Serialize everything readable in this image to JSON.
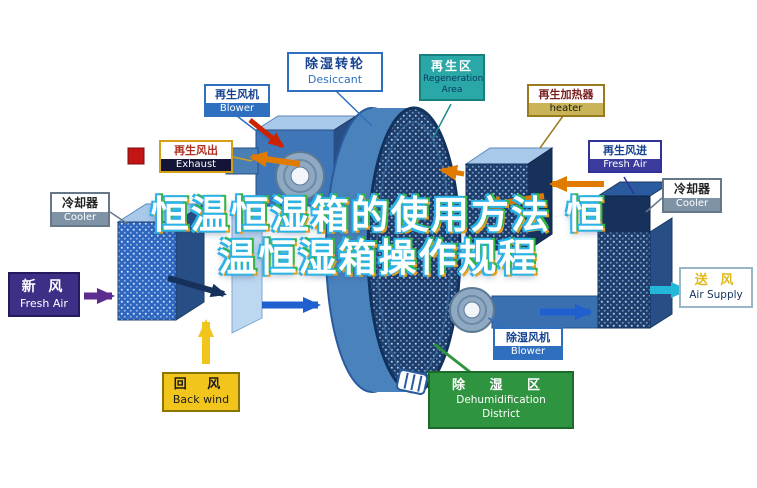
{
  "title": {
    "line1": "恒温恒湿箱的使用方法 恒",
    "line2": "温恒湿箱操作规程"
  },
  "labels": {
    "desiccant": {
      "zh": "除湿转轮",
      "en": "Desiccant"
    },
    "regen_area": {
      "zh": "再生区",
      "en": "Regeneration Area"
    },
    "regen_blower": {
      "zh": "再生风机",
      "en": "Blower"
    },
    "regen_heater": {
      "zh": "再生加热器",
      "en": "heater"
    },
    "exhaust": {
      "zh": "再生风出",
      "en": "Exhaust"
    },
    "regen_fresh_air": {
      "zh": "再生风进",
      "en": "Fresh Air"
    },
    "cooler_left": {
      "zh": "冷却器",
      "en": "Cooler"
    },
    "cooler_right": {
      "zh": "冷却器",
      "en": "Cooler"
    },
    "fresh_air": {
      "zh": "新 风",
      "en": "Fresh Air"
    },
    "air_supply": {
      "zh": "送 风",
      "en": "Air Supply"
    },
    "back_wind": {
      "zh": "回 风",
      "en": "Back wind"
    },
    "dehumid_blower": {
      "zh": "除湿风机",
      "en": "Blower"
    },
    "dehumid_area": {
      "zh": "除 湿 区",
      "en_line1": "Dehumidification",
      "en_line2": "District"
    }
  },
  "colors": {
    "wheel_blue": "#4a82bc",
    "regen_flow_orange": "#e07b00",
    "process_flow_blue": "#1f5fd0",
    "fresh_air_purple": "#5b2d8e",
    "return_air_yellow": "#f2c51d",
    "supply_air_cyan": "#24b8d8",
    "dehumid_green": "#2f9440",
    "regen_area_teal": "#2aa7a7"
  }
}
